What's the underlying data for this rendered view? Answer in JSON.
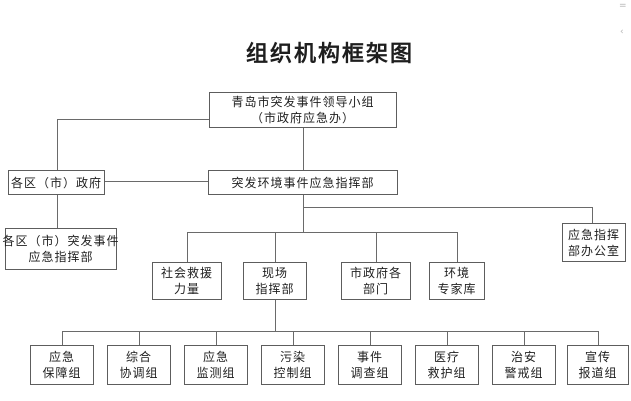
{
  "page": {
    "title": "组织机构框架图"
  },
  "colors": {
    "bg": "#ffffff",
    "line": "#6a6a6a",
    "border": "#5d5d5d",
    "text": "#1e1e1e",
    "faint": "#b5b5b5"
  },
  "nodes": {
    "leader": {
      "lines": [
        "青岛市突发事件领导小组",
        "（市政府应急办）"
      ]
    },
    "gov": {
      "lines": [
        "各区（市）政府"
      ]
    },
    "cmd": {
      "lines": [
        "突发环境事件应急指挥部"
      ]
    },
    "district": {
      "lines": [
        "各区（市）突发事件",
        "应急指挥部"
      ]
    },
    "office": {
      "lines": [
        "应急指挥",
        "部办公室"
      ]
    },
    "mid": [
      {
        "lines": [
          "社会救援",
          "力量"
        ]
      },
      {
        "lines": [
          "现场",
          "指挥部"
        ]
      },
      {
        "lines": [
          "市政府各",
          "部门"
        ]
      },
      {
        "lines": [
          "环境",
          "专家库"
        ]
      }
    ],
    "bottom": [
      {
        "lines": [
          "应急",
          "保障组"
        ]
      },
      {
        "lines": [
          "综合",
          "协调组"
        ]
      },
      {
        "lines": [
          "应急",
          "监测组"
        ]
      },
      {
        "lines": [
          "污染",
          "控制组"
        ]
      },
      {
        "lines": [
          "事件",
          "调查组"
        ]
      },
      {
        "lines": [
          "医疗",
          "救护组"
        ]
      },
      {
        "lines": [
          "治安",
          "警戒组"
        ]
      },
      {
        "lines": [
          "宣传",
          "报道组"
        ]
      }
    ]
  },
  "edge_marks": [
    "=",
    "‹"
  ]
}
